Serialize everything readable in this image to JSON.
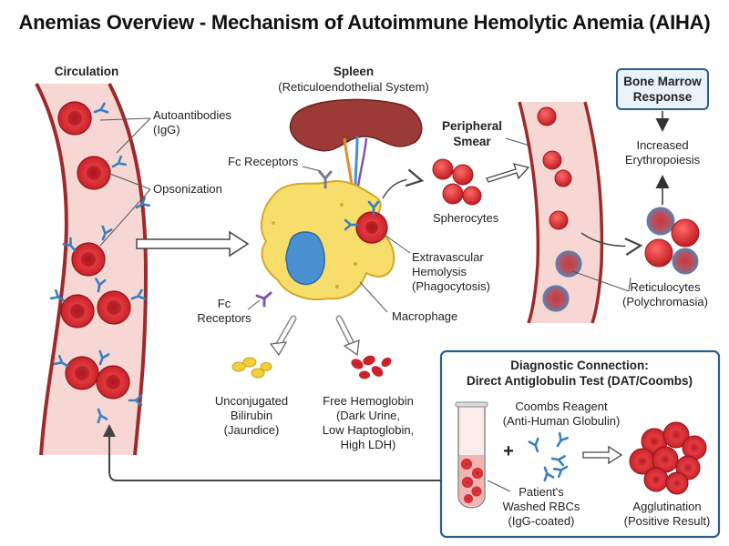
{
  "title": "Anemias Overview - Mechanism of Autoimmune Hemolytic Anemia (AIHA)",
  "circulation": {
    "heading": "Circulation",
    "autoantibodies": [
      "Autoantibodies",
      "(IgG)"
    ],
    "opsonization": "Opsonization"
  },
  "spleen": {
    "heading": "Spleen",
    "subheading": "(Reticuloendothelial System)",
    "fc_receptors_top": "Fc Receptors",
    "fc_receptors_left": [
      "Fc",
      "Receptors"
    ],
    "macrophage": "Macrophage",
    "extravascular": [
      "Extravascular",
      "Hemolysis",
      "(Phagocytosis)"
    ],
    "spherocytes": "Spherocytes"
  },
  "smear": {
    "heading": [
      "Peripheral",
      "Smear"
    ],
    "reticulocytes": [
      "Reticulocytes",
      "(Polychromasia)"
    ]
  },
  "bone_marrow": {
    "box": [
      "Bone Marrow",
      "Response"
    ],
    "increased": [
      "Increased",
      "Erythropoiesis"
    ]
  },
  "products": {
    "bilirubin": [
      "Unconjugated",
      "Bilirubin",
      "(Jaundice)"
    ],
    "hemoglobin": [
      "Free Hemoglobin",
      "(Dark Urine,",
      "Low Haptoglobin,",
      "High LDH)"
    ]
  },
  "diagnostic": {
    "heading": [
      "Diagnostic Connection:",
      "Direct Antiglobulin Test (DAT/Coombs)"
    ],
    "coombs": [
      "Coombs Reagent",
      "(Anti-Human Globulin)"
    ],
    "plus": "+",
    "patient": [
      "Patient's",
      "Washed RBCs",
      "(IgG-coated)"
    ],
    "agglutination": [
      "Agglutination",
      "(Positive Result)"
    ]
  },
  "colors": {
    "rbc": "#d4242b",
    "vessel": "#f6d7d3",
    "macrophage": "#f7dd6a",
    "nucleus": "#4a8fd0",
    "antibody": "#3a7fc1",
    "spleen": "#9b3a36",
    "diag_border": "#2b5f8a"
  }
}
